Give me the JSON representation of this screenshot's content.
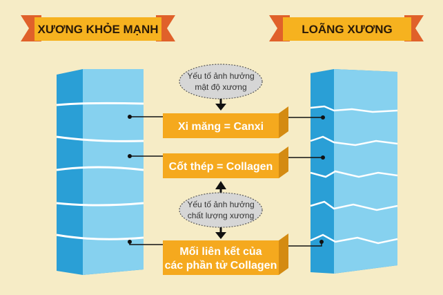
{
  "left_banner": {
    "label": "XƯƠNG KHỎE MẠNH"
  },
  "right_banner": {
    "label": "LOÃNG XƯƠNG"
  },
  "top_bubble": {
    "line1": "Yếu tố ảnh hưởng",
    "line2": "mật độ xương"
  },
  "bottom_bubble": {
    "line1": "Yếu tố ảnh hưởng",
    "line2": "chất lượng xương"
  },
  "boxes": [
    {
      "line1": "Xi măng = Canxi"
    },
    {
      "line1": "Cốt thép = Collagen"
    },
    {
      "line1": "Mối liên kết của",
      "line2": "các phần tử Collagen"
    }
  ],
  "colors": {
    "background": "#f6ecc6",
    "banner": "#f6b21f",
    "banner_tail": "#e0612a",
    "box_orange": "#f5a91e",
    "bone_front": "#2a9fd6",
    "bone_side": "#86d1ef",
    "bubble": "#d6d6d6"
  }
}
